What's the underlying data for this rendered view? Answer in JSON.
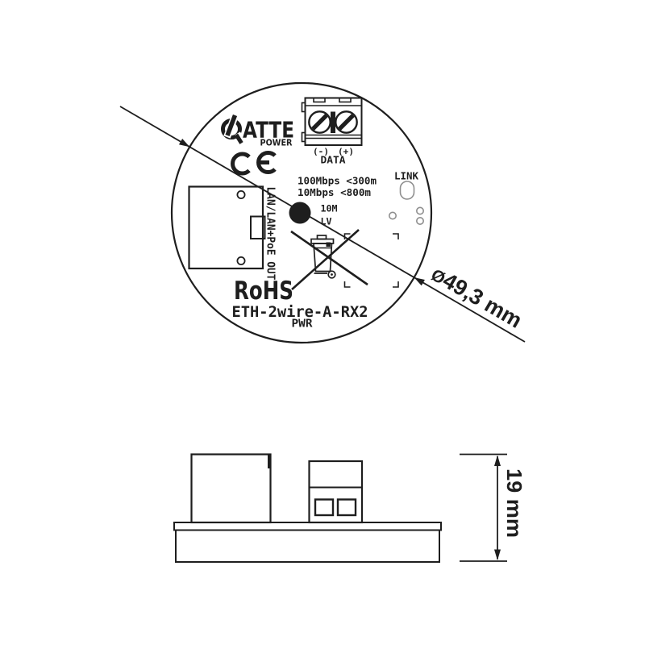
{
  "page": {
    "background": "#ffffff",
    "ink_color": "#1e1e1e",
    "muted_color": "#8f8f8f"
  },
  "top_view": {
    "brand": {
      "name": "ATTE",
      "sub": "POWER"
    },
    "terminal": {
      "neg_label": "(-)",
      "pos_label": "(+)",
      "data_label": "DATA"
    },
    "link_label": "LINK",
    "speed": {
      "line1": "100Mbps <300m",
      "line2": "10Mbps <800m"
    },
    "indicator_10m": "10M",
    "indicator_lv": "LV",
    "port_label": "LAN/LAN+PoE OUT",
    "rohs": "RoHS",
    "model": "ETH-2wire-A-RX2",
    "pwr_label": "PWR",
    "diameter_dim": {
      "symbol": "Ø",
      "value": "49,3 mm"
    }
  },
  "side_view": {
    "height_dim": "19 mm"
  },
  "icons": {
    "power": "power-button-icon",
    "ce": "ce-mark-icon",
    "weee": "crossed-out-wheelie-bin-icon",
    "screw": "screw-slot-icon",
    "arrow": "dimension-arrow-icon"
  }
}
